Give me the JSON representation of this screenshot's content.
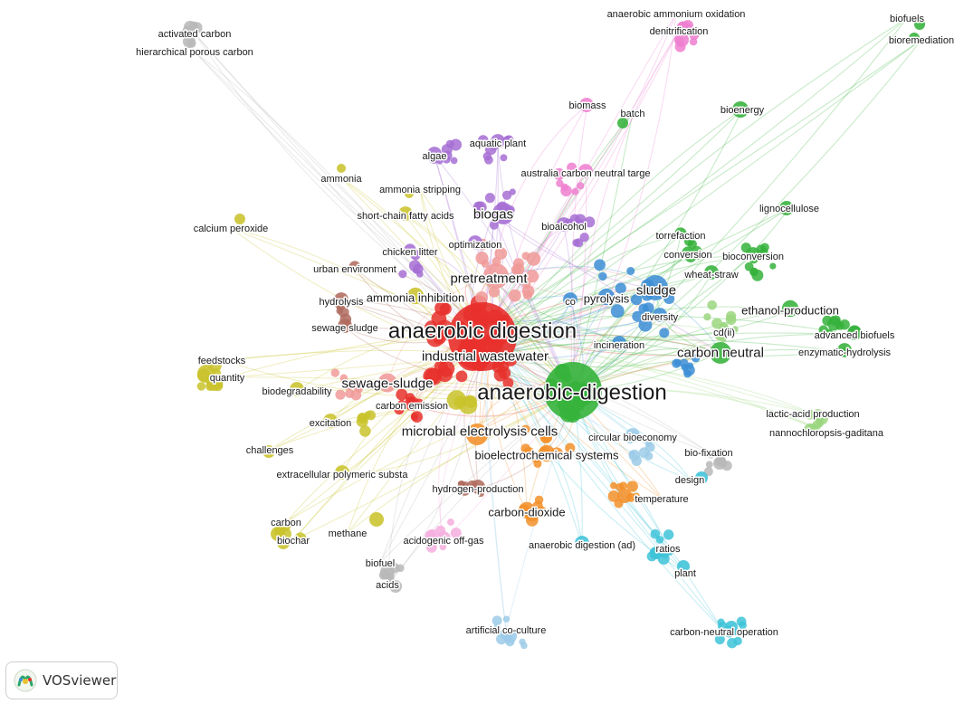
{
  "brand": {
    "name": "VOSviewer",
    "icon": "vosviewer-logo-icon"
  },
  "palette": {
    "red": "#e8302c",
    "green": "#35b23b",
    "blue": "#3d8ed6",
    "olive": "#c9c32c",
    "purple": "#a66fd4",
    "orange": "#f2902a",
    "cyan": "#3ec3d8",
    "brown": "#b06c5f",
    "pink": "#ee7fd0",
    "gray": "#b8b8b8",
    "lightgreen": "#9bd67f",
    "lightblue": "#9ccbe8",
    "salmon": "#f09a98",
    "lightpink": "#f4aede"
  },
  "nodes": [
    {
      "id": "anaerobic-digestion",
      "label": "anaerobic digestion",
      "cluster": "red",
      "weight": 10
    },
    {
      "id": "industrial-wastewater",
      "label": "industrial wastewater",
      "cluster": "red",
      "weight": 5
    },
    {
      "id": "carbon-emission",
      "label": "carbon emission",
      "cluster": "red",
      "weight": 3
    },
    {
      "id": "pretreatment",
      "label": "pretreatment",
      "cluster": "salmon",
      "weight": 5
    },
    {
      "id": "sewage-sludge-hyphen",
      "label": "sewage-sludge",
      "cluster": "salmon",
      "weight": 5
    },
    {
      "id": "anaerobic-digestion-hyphen",
      "label": "anaerobic-digestion",
      "cluster": "green",
      "weight": 9
    },
    {
      "id": "carbon-neutral",
      "label": "carbon neutral",
      "cluster": "green",
      "weight": 5
    },
    {
      "id": "ethanol-production",
      "label": "ethanol-production",
      "cluster": "green",
      "weight": 4
    },
    {
      "id": "advanced-biofuels",
      "label": "advanced biofuels",
      "cluster": "green",
      "weight": 3
    },
    {
      "id": "enzymatic-hydrolysis",
      "label": "enzymatic-hydrolysis",
      "cluster": "green",
      "weight": 3
    },
    {
      "id": "lignocellulose",
      "label": "lignocellulose",
      "cluster": "green",
      "weight": 3
    },
    {
      "id": "bioconversion",
      "label": "bioconversion",
      "cluster": "green",
      "weight": 3
    },
    {
      "id": "wheat-straw",
      "label": "wheat-straw",
      "cluster": "green",
      "weight": 3
    },
    {
      "id": "conversion",
      "label": "conversion",
      "cluster": "green",
      "weight": 2
    },
    {
      "id": "torrefaction",
      "label": "torrefaction",
      "cluster": "green",
      "weight": 2
    },
    {
      "id": "bioenergy",
      "label": "bioenergy",
      "cluster": "green",
      "weight": 3
    },
    {
      "id": "batch",
      "label": "batch",
      "cluster": "green",
      "weight": 2
    },
    {
      "id": "biofuels",
      "label": "biofuels",
      "cluster": "green",
      "weight": 2
    },
    {
      "id": "bioremediation",
      "label": "bioremediation",
      "cluster": "green",
      "weight": 2
    },
    {
      "id": "sludge",
      "label": "sludge",
      "cluster": "blue",
      "weight": 5
    },
    {
      "id": "pyrolysis",
      "label": "pyrolysis",
      "cluster": "blue",
      "weight": 4
    },
    {
      "id": "co",
      "label": "co",
      "cluster": "blue",
      "weight": 3
    },
    {
      "id": "diversity",
      "label": "diversity",
      "cluster": "blue",
      "weight": 3
    },
    {
      "id": "incineration",
      "label": "incineration",
      "cluster": "blue",
      "weight": 3
    },
    {
      "id": "cd-ii",
      "label": "cd(ii)",
      "cluster": "lightgreen",
      "weight": 2
    },
    {
      "id": "lactic-acid-production",
      "label": "lactic-acid production",
      "cluster": "lightgreen",
      "weight": 2
    },
    {
      "id": "nannochloropsis-gaditana",
      "label": "nannochloropsis-gaditana",
      "cluster": "lightgreen",
      "weight": 2
    },
    {
      "id": "biogas",
      "label": "biogas",
      "cluster": "purple",
      "weight": 5
    },
    {
      "id": "aquatic-plant",
      "label": "aquatic plant",
      "cluster": "purple",
      "weight": 3
    },
    {
      "id": "algae",
      "label": "algae",
      "cluster": "purple",
      "weight": 3
    },
    {
      "id": "optimization",
      "label": "optimization",
      "cluster": "purple",
      "weight": 3
    },
    {
      "id": "bioalcohol",
      "label": "bioalcohol",
      "cluster": "purple",
      "weight": 3
    },
    {
      "id": "chicken-litter",
      "label": "chicken litter",
      "cluster": "purple",
      "weight": 2
    },
    {
      "id": "microbial-electrolysis-cells",
      "label": "microbial electrolysis cells",
      "cluster": "orange",
      "weight": 5
    },
    {
      "id": "bioelectrochemical-systems",
      "label": "bioelectrochemical systems",
      "cluster": "orange",
      "weight": 4
    },
    {
      "id": "carbon-dioxide",
      "label": "carbon-dioxide",
      "cluster": "orange",
      "weight": 4
    },
    {
      "id": "temperature",
      "label": "temperature",
      "cluster": "orange",
      "weight": 3
    },
    {
      "id": "anaerobic-digestion-ad",
      "label": "anaerobic digestion (ad)",
      "cluster": "cyan",
      "weight": 3
    },
    {
      "id": "ratios",
      "label": "ratios",
      "cluster": "cyan",
      "weight": 3
    },
    {
      "id": "plant",
      "label": "plant",
      "cluster": "cyan",
      "weight": 3
    },
    {
      "id": "design",
      "label": "design",
      "cluster": "cyan",
      "weight": 2
    },
    {
      "id": "carbon-neutral-operation",
      "label": "carbon-neutral operation",
      "cluster": "cyan",
      "weight": 3
    },
    {
      "id": "artificial-co-culture",
      "label": "artificial co-culture",
      "cluster": "lightblue",
      "weight": 2
    },
    {
      "id": "circular-bioeconomy",
      "label": "circular bioeconomy",
      "cluster": "lightblue",
      "weight": 3
    },
    {
      "id": "bio-fixation",
      "label": "bio-fixation",
      "cluster": "gray",
      "weight": 3
    },
    {
      "id": "feedstocks",
      "label": "feedstocks",
      "cluster": "olive",
      "weight": 3
    },
    {
      "id": "quantity",
      "label": "quantity",
      "cluster": "olive",
      "weight": 3
    },
    {
      "id": "biodegradability",
      "label": "biodegradability",
      "cluster": "olive",
      "weight": 3
    },
    {
      "id": "excitation",
      "label": "excitation",
      "cluster": "olive",
      "weight": 3
    },
    {
      "id": "challenges",
      "label": "challenges",
      "cluster": "olive",
      "weight": 2
    },
    {
      "id": "extracellular-polymeric-substa",
      "label": "extracellular polymeric substa",
      "cluster": "olive",
      "weight": 3
    },
    {
      "id": "carbon",
      "label": "carbon",
      "cluster": "olive",
      "weight": 3
    },
    {
      "id": "biochar",
      "label": "biochar",
      "cluster": "olive",
      "weight": 3
    },
    {
      "id": "methane",
      "label": "methane",
      "cluster": "olive",
      "weight": 3
    },
    {
      "id": "ammonia",
      "label": "ammonia",
      "cluster": "olive",
      "weight": 2
    },
    {
      "id": "ammonia-stripping",
      "label": "ammonia stripping",
      "cluster": "olive",
      "weight": 2
    },
    {
      "id": "calcium-peroxide",
      "label": "calcium peroxide",
      "cluster": "olive",
      "weight": 2
    },
    {
      "id": "short-chain-fatty-acids",
      "label": "short-chain fatty acids",
      "cluster": "olive",
      "weight": 3
    },
    {
      "id": "ammonia-inhibition",
      "label": "ammonia inhibition",
      "cluster": "olive",
      "weight": 4
    },
    {
      "id": "hydrolysis",
      "label": "hydrolysis",
      "cluster": "brown",
      "weight": 3
    },
    {
      "id": "sewage-sludge",
      "label": "sewage sludge",
      "cluster": "brown",
      "weight": 3
    },
    {
      "id": "urban-environment",
      "label": "urban environment",
      "cluster": "brown",
      "weight": 2
    },
    {
      "id": "hydrogen-production",
      "label": "hydrogen-production",
      "cluster": "brown",
      "weight": 3
    },
    {
      "id": "acidogenic-off-gas",
      "label": "acidogenic off-gas",
      "cluster": "lightpink",
      "weight": 3
    },
    {
      "id": "australia-carbon-neutral-targe",
      "label": "australia carbon neutral targe",
      "cluster": "pink",
      "weight": 3
    },
    {
      "id": "biomass",
      "label": "biomass",
      "cluster": "pink",
      "weight": 3
    },
    {
      "id": "anaerobic-ammonium-oxidation",
      "label": "anaerobic ammonium oxidation",
      "cluster": "pink",
      "weight": 2
    },
    {
      "id": "denitrification",
      "label": "denitrification",
      "cluster": "pink",
      "weight": 3
    },
    {
      "id": "activated-carbon",
      "label": "activated carbon",
      "cluster": "gray",
      "weight": 2
    },
    {
      "id": "hierarchical-porous-carbon",
      "label": "hierarchical porous carbon",
      "cluster": "gray",
      "weight": 2
    },
    {
      "id": "biofuel",
      "label": "biofuel",
      "cluster": "gray",
      "weight": 2
    },
    {
      "id": "acids",
      "label": "acids",
      "cluster": "gray",
      "weight": 2
    }
  ]
}
